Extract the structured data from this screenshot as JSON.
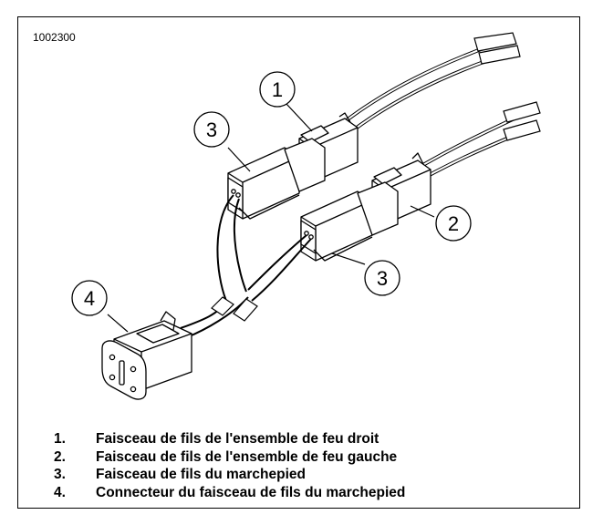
{
  "figure_id": "1002300",
  "callouts": {
    "c1": "1",
    "c2": "2",
    "c3a": "3",
    "c3b": "3",
    "c4": "4"
  },
  "legend": [
    {
      "num": "1.",
      "text": "Faisceau de fils de l'ensemble de feu droit"
    },
    {
      "num": "2.",
      "text": "Faisceau de fils de l'ensemble de feu gauche"
    },
    {
      "num": "3.",
      "text": "Faisceau de fils du marchepied"
    },
    {
      "num": "4.",
      "text": "Connecteur du faisceau de fils du marchepied"
    }
  ]
}
